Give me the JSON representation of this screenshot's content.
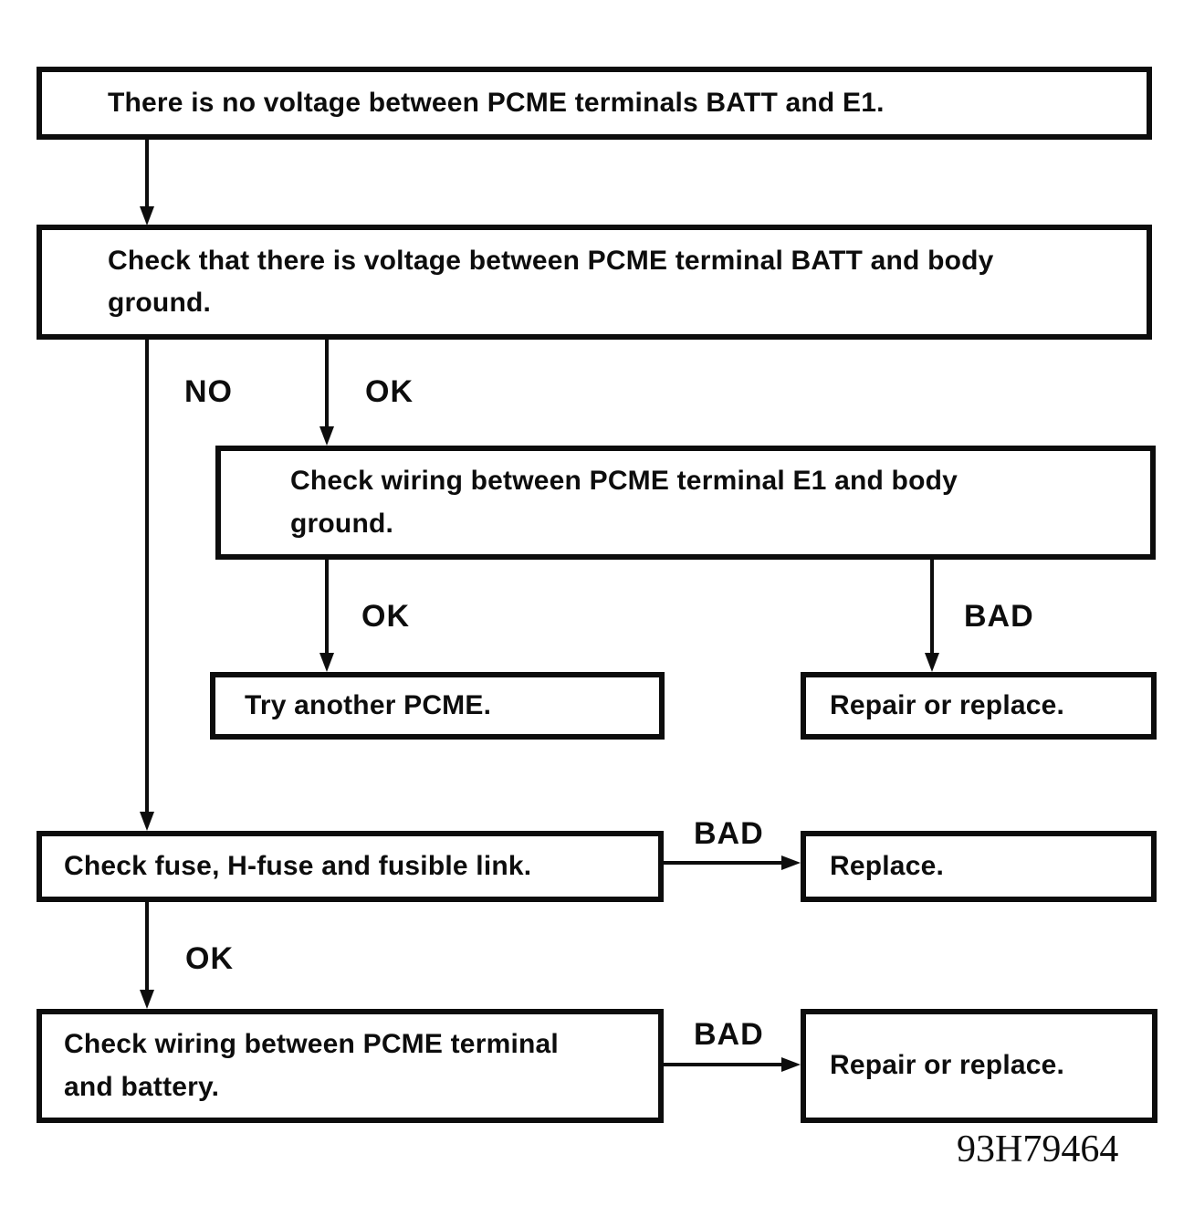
{
  "nodes": {
    "no_voltage": "There is no voltage between PCME terminals BATT and E1.",
    "check_batt_ground": "Check that there is voltage between PCME terminal BATT and body ground.",
    "check_wiring_e1": "Check wiring between PCME terminal E1 and body ground.",
    "try_another_pcme": "Try another PCME.",
    "repair_or_replace_1": "Repair or replace.",
    "check_fuse": "Check fuse, H-fuse and fusible link.",
    "replace": "Replace.",
    "check_wiring_battery": "Check wiring between PCME terminal and battery.",
    "repair_or_replace_2": "Repair or replace."
  },
  "edge_labels": {
    "no": "NO",
    "ok_1": "OK",
    "ok_2": "OK",
    "ok_3": "OK",
    "bad_1": "BAD",
    "bad_2": "BAD",
    "bad_3": "BAD"
  },
  "figure_id": "93H79464",
  "colors": {
    "ink": "#0d0d0d",
    "background": "#ffffff"
  }
}
